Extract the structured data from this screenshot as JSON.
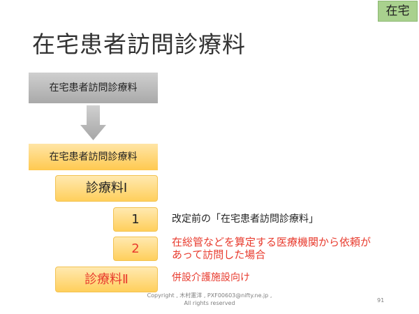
{
  "badge": "在宅",
  "title": "在宅患者訪問診療料",
  "flow": {
    "old_label": "在宅患者訪問診療料",
    "new_label": "在宅患者訪問診療料",
    "class_1_label": "診療料Ⅰ",
    "item_1_label": "1",
    "item_2_label": "2",
    "class_2_label": "診療料Ⅱ"
  },
  "descriptions": {
    "item_1": "改定前の「在宅患者訪問診療料」",
    "item_2_line1": "在総管などを算定する医療機関から依頼が",
    "item_2_line2": "あって訪問した場合",
    "class_2": "併設介護施設向け"
  },
  "footer": {
    "copyright_line1": "Copyright , 木村憲洋 , PXF00603@nifty.ne.jp ,",
    "copyright_line2": "All rights reserved",
    "page_number": "91"
  },
  "colors": {
    "badge": "#a9d18e",
    "gray_box": "#bfbfbf",
    "orange_box": "#ffd966",
    "accent_red": "#e83b2e",
    "arrow": "#bfbfbf"
  }
}
